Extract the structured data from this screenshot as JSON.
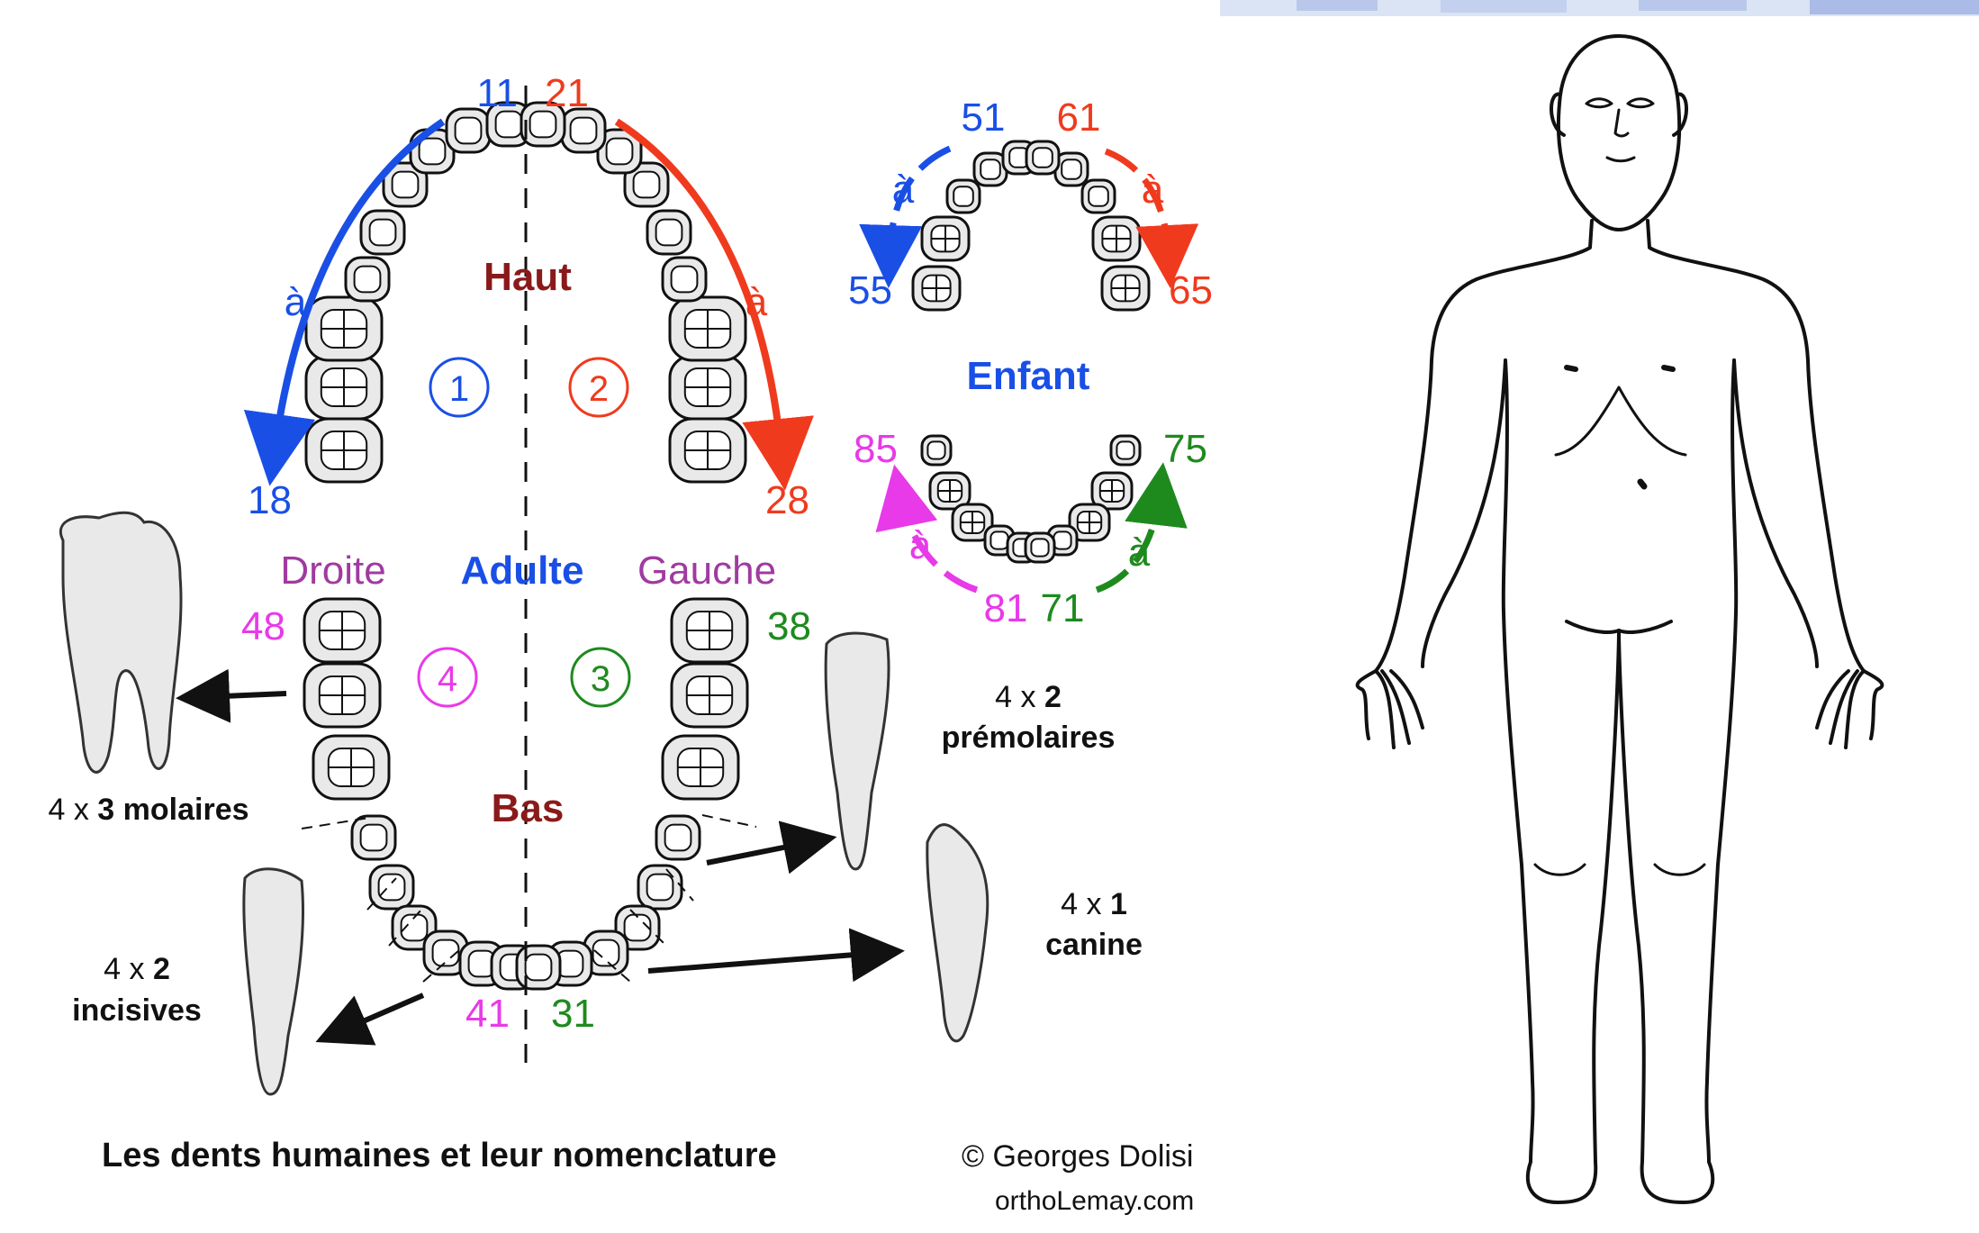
{
  "colors": {
    "blue": "#1a4fe6",
    "red": "#f03a1e",
    "magenta": "#e83ae8",
    "green": "#1e8a1e",
    "purple": "#a03aa0",
    "maroon": "#8a1a1a",
    "black": "#111111",
    "tooth_fill": "#e9e9e9"
  },
  "adult": {
    "numbers": {
      "n11": "11",
      "n21": "21",
      "n18": "18",
      "n28": "28",
      "n48": "48",
      "n38": "38",
      "n41": "41",
      "n31": "31"
    },
    "quadrants": {
      "q1": "1",
      "q2": "2",
      "q3": "3",
      "q4": "4"
    },
    "labels": {
      "top": "Haut",
      "bottom": "Bas",
      "right": "Droite",
      "left": "Gauche",
      "center": "Adulte",
      "a": "à"
    }
  },
  "child": {
    "numbers": {
      "n51": "51",
      "n61": "61",
      "n55": "55",
      "n65": "65",
      "n85": "85",
      "n75": "75",
      "n81": "81",
      "n71": "71"
    },
    "label": "Enfant",
    "a": "à"
  },
  "tooth_types": {
    "molars": {
      "prefix": "4 x ",
      "count": "3",
      "name": "molaires"
    },
    "premolars": {
      "prefix": "4 x ",
      "count": "2",
      "name": "prémolaires"
    },
    "canine": {
      "prefix": "4 x ",
      "count": "1",
      "name": "canine"
    },
    "incisors": {
      "prefix": "4 x ",
      "count": "2",
      "name": "incisives"
    }
  },
  "caption": "Les dents humaines et leur nomenclature",
  "credit": "© Georges Dolisi",
  "source": "orthoLemay.com"
}
